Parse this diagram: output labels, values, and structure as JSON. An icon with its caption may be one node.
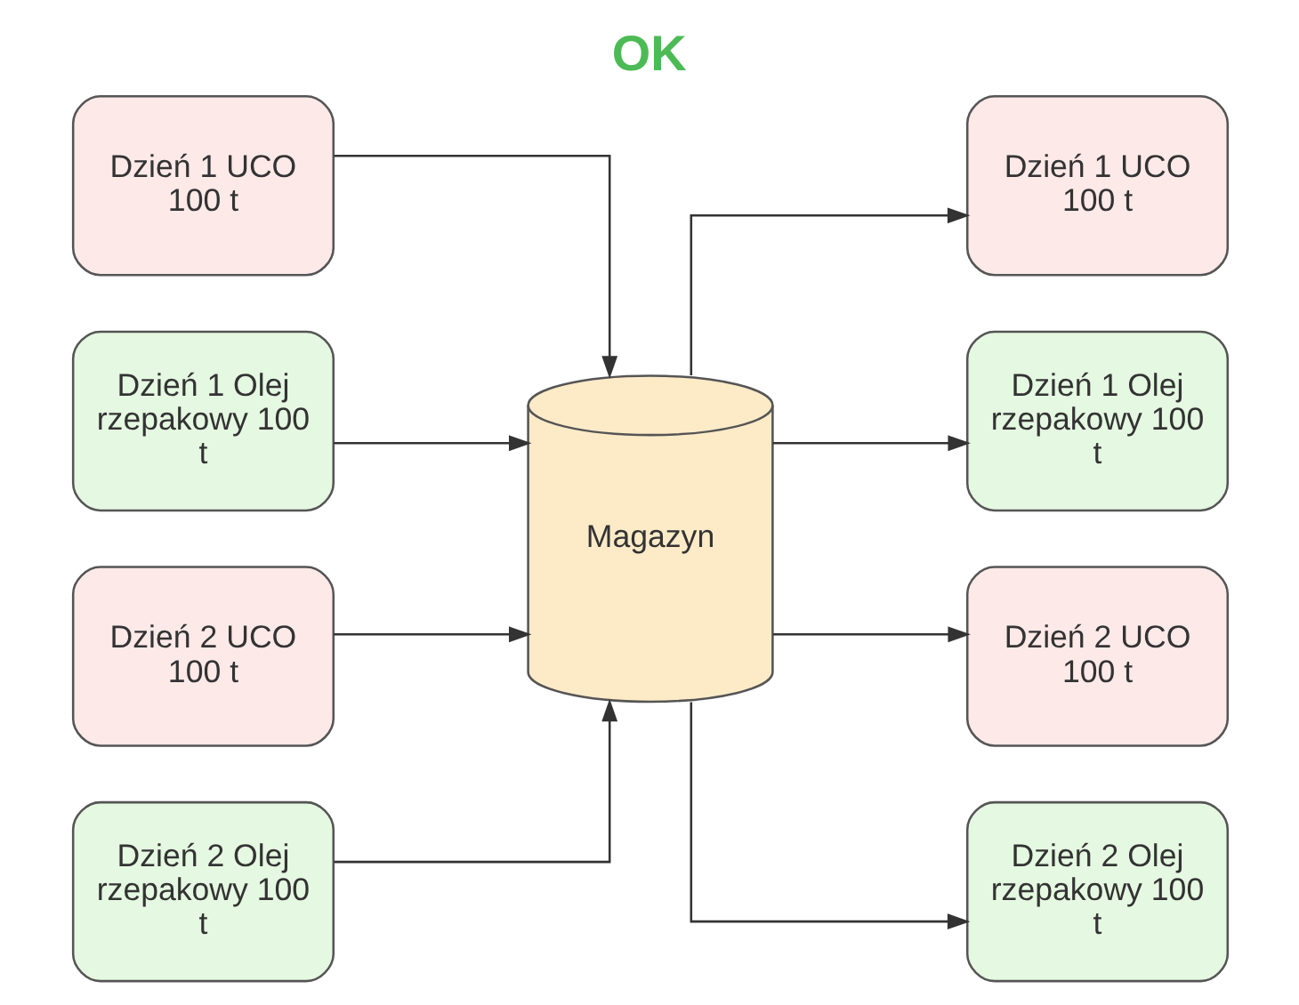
{
  "diagram": {
    "title": "OK",
    "nodes": [
      {
        "text": [
          "Dzień 1 UCO 100 t"
        ]
      },
      {
        "text": [
          "Dzień 1 Olej rzepakowy 100 t"
        ]
      },
      {
        "text": [
          "Dzień 2 UCO 100 t"
        ]
      },
      {
        "text": [
          "Dzień 2 Olej rzepakowy 100 t"
        ]
      },
      {
        "text": [
          "Magazyn"
        ]
      },
      {
        "text": [
          "Dzień 1 UCO 100 t"
        ]
      },
      {
        "text": [
          "Dzień 1 Olej rzepakowy 100 t"
        ]
      },
      {
        "text": [
          "Dzień 2 UCO 100 t"
        ]
      },
      {
        "text": [
          "Dzień 2 Olej rzepakowy 100 t"
        ]
      }
    ],
    "edges": [
      {
        "from": 0,
        "to": 4,
        "arrow": "to"
      },
      {
        "from": 1,
        "to": 4,
        "arrow": "to"
      },
      {
        "from": 2,
        "to": 4,
        "arrow": "to"
      },
      {
        "from": 3,
        "to": 4,
        "arrow": "to"
      },
      {
        "from": 4,
        "to": 5,
        "arrow": "to"
      },
      {
        "from": 4,
        "to": 6,
        "arrow": "to"
      },
      {
        "from": 4,
        "to": 7,
        "arrow": "to"
      },
      {
        "from": 4,
        "to": 8,
        "arrow": "to"
      }
    ]
  }
}
